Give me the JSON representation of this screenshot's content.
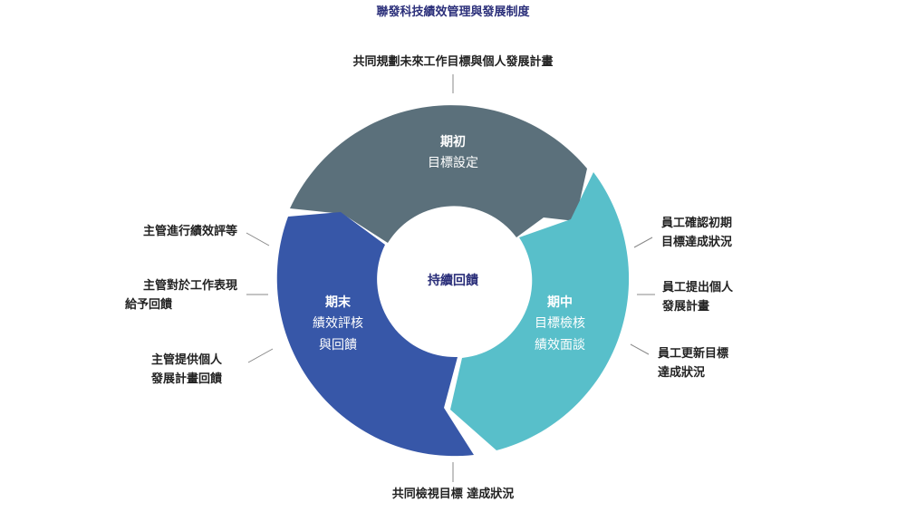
{
  "diagram": {
    "title": "聯發科技績效管理與發展制度",
    "center": "持續回饋",
    "colors": {
      "start": "#5b707b",
      "mid": "#58bfca",
      "end": "#3757a8",
      "title": "#2b2f7a",
      "connector": "#888888"
    },
    "segments": {
      "start": {
        "title": "期初",
        "line1": "目標設定"
      },
      "mid": {
        "title": "期中",
        "line1": "目標檢核",
        "line2": "績效面談"
      },
      "end": {
        "title": "期末",
        "line1": "績效評核",
        "line2": "與回饋"
      }
    },
    "annotations": {
      "top": "共同規劃未來工作目標與個人發展計畫",
      "bottom": "共同檢視目標  達成狀況",
      "right": [
        {
          "line1": "員工確認初期",
          "line2": "目標達成狀況"
        },
        {
          "line1": "員工提出個人",
          "line2": "發展計畫"
        },
        {
          "line1": "員工更新目標",
          "line2": "達成狀況"
        }
      ],
      "left": [
        {
          "line1": "主管進行績效評等"
        },
        {
          "line1": "主管對於工作表現",
          "line2": "給予回饋"
        },
        {
          "line1": "主管提供個人",
          "line2": "發展計畫回饋"
        }
      ]
    }
  }
}
